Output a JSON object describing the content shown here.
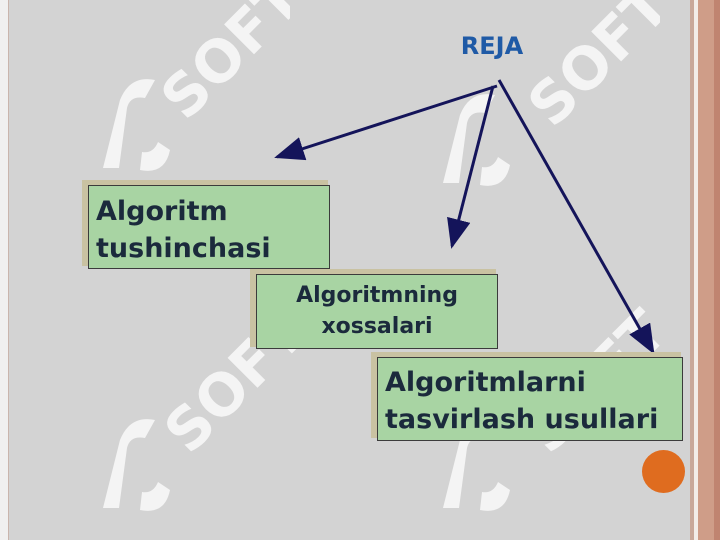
{
  "title": "REJA",
  "boxes": [
    {
      "line1": "Algoritm",
      "line2": "tushinchasi"
    },
    {
      "line1": "Algoritmning",
      "line2": "xossalari"
    },
    {
      "line1": "Algoritmlarni",
      "line2": "tasvirlash usullari"
    }
  ],
  "colors": {
    "title": "#1f5aa6",
    "arrow": "#14145a",
    "box_fill": "#a8d4a3",
    "box_shadow": "#c9c2a2",
    "accent_dot": "#df6c1f",
    "watermark": "#ffffff"
  },
  "watermark": {
    "text": "SOFT",
    "icon": "stylized-s-logo-icon"
  }
}
